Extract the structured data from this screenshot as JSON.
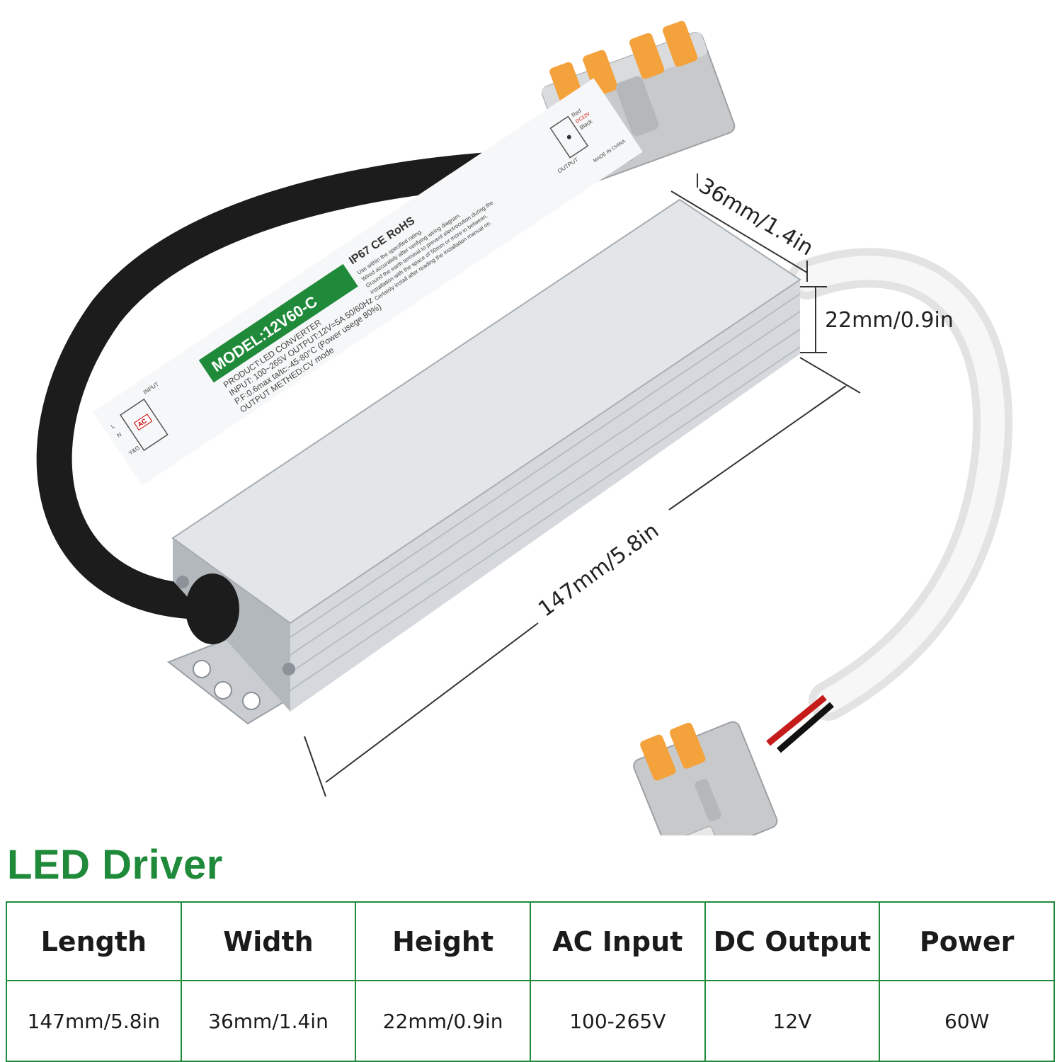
{
  "product_image": {
    "model_label": "MODEL:12V60-C",
    "spec_lines": [
      "PRODUCT:LED CONVERTER",
      "INPUT: 100~265V   OUTPUT:12V=5A   50/60Hz",
      "P.F:0.6max  ta/tc:-45-80°C (Power usege 80%)",
      "OUTPUT METHED:CV mode"
    ],
    "cert_text": "IP67 CE RoHS",
    "warning_lines": [
      "Use within the specified rating.",
      "Wired accurately after verifying wiring diagram.",
      "Ground the earth terminal to prevent electrocution during the",
      "installation with the space of 50mm or more in between.",
      "Certainly install after reading the installation manual on."
    ],
    "input_diagram": {
      "title": "INPUT",
      "badge": "AC",
      "labels": [
        "L",
        "N",
        "Y&G"
      ]
    },
    "output_diagram": {
      "title": "OUTPUT",
      "labels": [
        "Red",
        "DC12V",
        "Black"
      ]
    },
    "made_in": "MADE IN CHINA",
    "dimensions": {
      "width": "36mm/1.4in",
      "height": "22mm/0.9in",
      "length": "147mm/5.8in"
    },
    "colors": {
      "body": "#d5d9dd",
      "label_green": "#1f8a3a",
      "lever_orange": "#f4a23c",
      "connector_gray": "#c7c9cb",
      "cable_black": "#1c1c1c",
      "cable_white": "#ededed"
    }
  },
  "title": "LED Driver",
  "spec_table": {
    "headers": [
      "Length",
      "Width",
      "Height",
      "AC Input",
      "DC Output",
      "Power"
    ],
    "values": [
      "147mm/5.8in",
      "36mm/1.4in",
      "22mm/0.9in",
      "100-265V",
      "12V",
      "60W"
    ]
  }
}
